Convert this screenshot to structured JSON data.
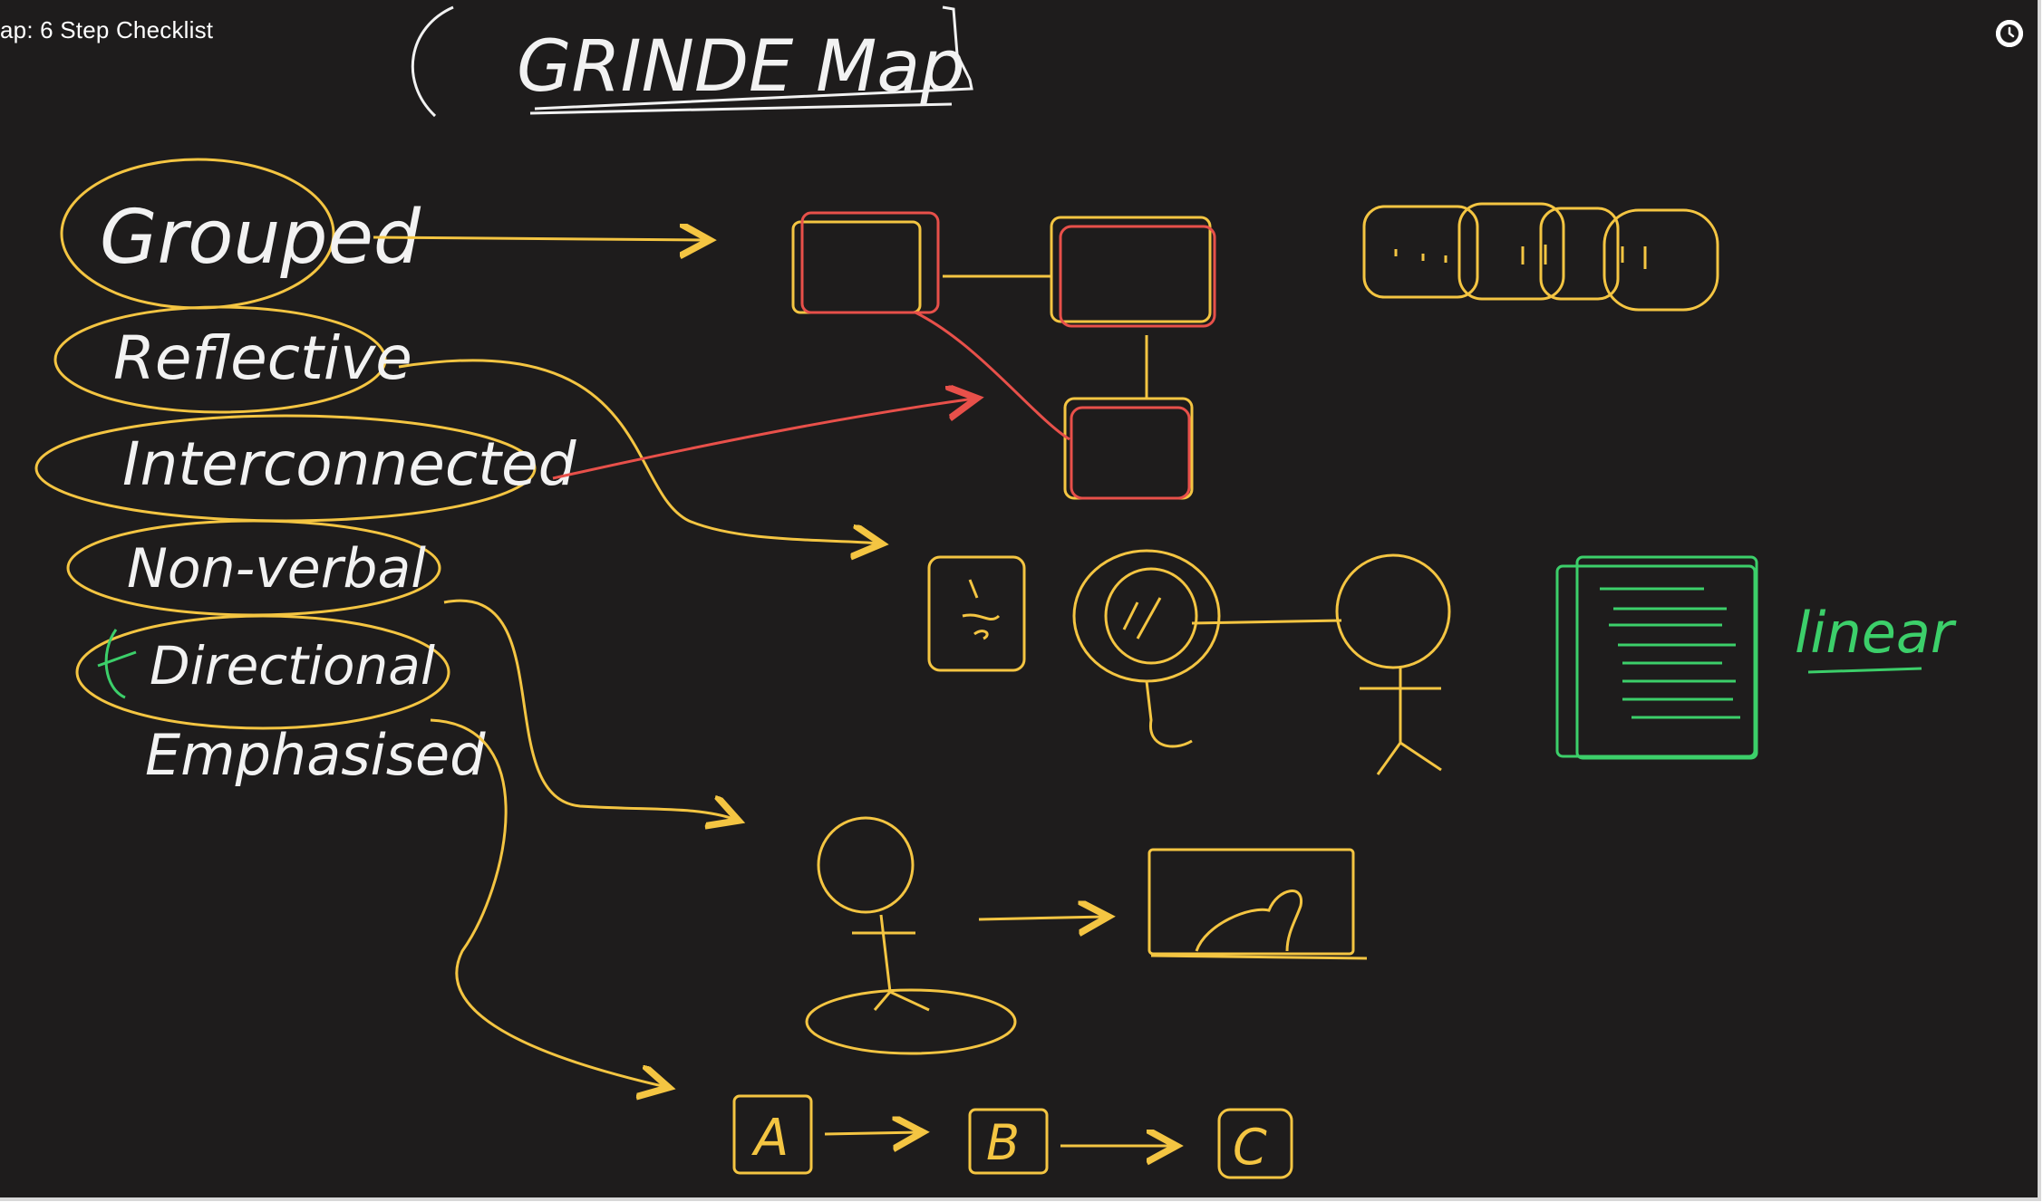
{
  "player": {
    "video_title": "ap: 6 Step Checklist",
    "watch_later_icon": "clock-icon"
  },
  "whiteboard": {
    "heading": "GRINDE Map",
    "checklist": [
      "Grouped",
      "Reflective",
      "Interconnected",
      "Non-verbal",
      "Directional",
      "Emphasised"
    ],
    "side_label": "linear",
    "flow_nodes": [
      "A",
      "B",
      "C"
    ]
  },
  "colors": {
    "background": "#1e1c1c",
    "chalk_white": "#f2f2f2",
    "yellow": "#f4c542",
    "red": "#e8504a",
    "green": "#3ccf6a"
  }
}
